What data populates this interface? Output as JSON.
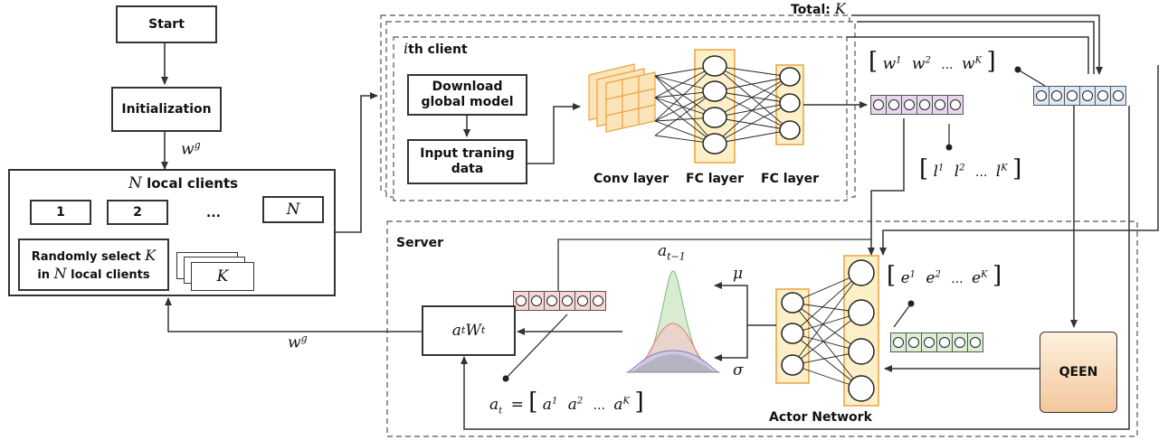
{
  "flow": {
    "start": "Start",
    "initialization": "Initialization",
    "wg_label": "w",
    "wg_sup": "g"
  },
  "local_clients": {
    "n_var": "N",
    "title": "local clients",
    "client_1": "1",
    "client_2": "2",
    "ellipsis": "...",
    "client_n": "N",
    "select_text_1": "Randomly select",
    "select_k": "K",
    "select_text_2": "in",
    "select_n": "N",
    "select_text_3": "local clients",
    "stack_k": "K"
  },
  "client": {
    "total_label": "Total:",
    "total_var": "K",
    "ith_var": "i",
    "ith_label": "th client",
    "download": "Download global model",
    "input": "Input traning data",
    "conv_layer": "Conv layer",
    "fc_layer_1": "FC layer",
    "fc_layer_2": "FC layer"
  },
  "vectors": {
    "w_set": {
      "var": "w",
      "sups": [
        "1",
        "2",
        "K"
      ],
      "ellipsis": "..."
    },
    "l_set": {
      "var": "l",
      "sups": [
        "1",
        "2",
        "K"
      ],
      "ellipsis": "..."
    },
    "e_set": {
      "var": "e",
      "sups": [
        "1",
        "2",
        "K"
      ],
      "ellipsis": "..."
    },
    "a_set": {
      "lhs": "a",
      "lhs_sub": "t",
      "eq": "=",
      "var": "a",
      "sups": [
        "1",
        "2",
        "K"
      ],
      "ellipsis": "..."
    }
  },
  "server": {
    "label": "Server",
    "a_prev": "a",
    "a_prev_sub": "t−1",
    "mu": "μ",
    "sigma": "σ",
    "atwt_a": "a",
    "atwt_a_sub": "t",
    "atwt_w": "W",
    "atwt_w_sub": "t",
    "wg_out": "w",
    "wg_out_sup": "g",
    "qeen": "QEEN",
    "actor_network": "Actor Network"
  },
  "colors": {
    "conv": "#fce4b8",
    "conv_stroke": "#e8a33c",
    "fc": "#fdf0c8",
    "fc_stroke": "#e8a33c",
    "purple": "#e7d7ee",
    "blue": "#dbe8f6",
    "pink": "#f6d7d6",
    "green": "#dcefd5",
    "qeen_top": "#fdf1dc",
    "qeen_bottom": "#f3c79e"
  }
}
